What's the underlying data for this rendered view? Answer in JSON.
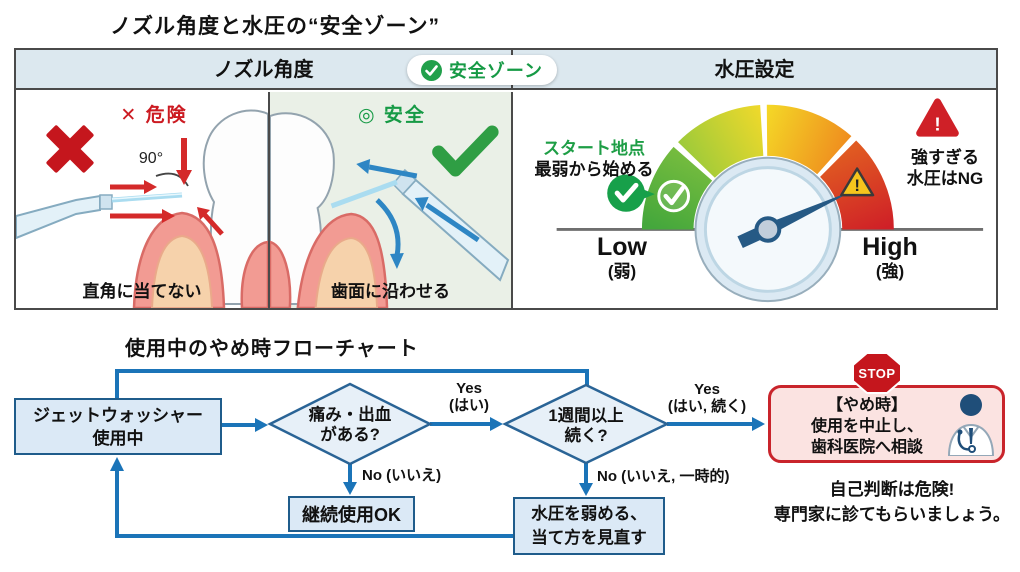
{
  "title": "ノズル角度と水圧の“安全ゾーン”",
  "table": {
    "header_angle": "ノズル角度",
    "badge_label": "安全ゾーン",
    "header_pressure": "水圧設定",
    "danger": {
      "mark": "✕",
      "label": "危険",
      "angle": "90°",
      "caption": "直角に当てない"
    },
    "safe": {
      "mark": "◎",
      "label": "安全",
      "caption": "歯面に沿わせる"
    },
    "gauge": {
      "start_title": "スタート地点",
      "start_sub": "最弱から始める",
      "low": "Low",
      "low_sub": "(弱)",
      "high": "High",
      "high_sub": "(強)",
      "ng_line1": "強すぎる",
      "ng_line2": "水圧はNG",
      "warn_mark": "!",
      "ng_mark": "!"
    }
  },
  "flow": {
    "title": "使用中のやめ時フローチャート",
    "start_line1": "ジェットウォッシャー",
    "start_line2": "使用中",
    "d1_line1": "痛み・出血",
    "d1_line2": "がある?",
    "d2_line1": "1週間以上",
    "d2_line2": "続く?",
    "yes1_line1": "Yes",
    "yes1_line2": "(はい)",
    "no1": "No (いいえ)",
    "yes2_line1": "Yes",
    "yes2_line2": "(はい, 続く)",
    "no2": "No (いいえ, 一時的)",
    "ok": "継続使用OK",
    "adjust_line1": "水圧を弱める、",
    "adjust_line2": "当て方を見直す",
    "stop_sign": "STOP",
    "stop_line1": "【やめ時】",
    "stop_line2": "使用を中止し、",
    "stop_line3": "歯科医院へ相談",
    "note_line1": "自己判断は危険!",
    "note_line2": "専門家に診てもらいましょう。"
  },
  "colors": {
    "flow_blue": "#1b74b8",
    "danger_red": "#c5161d",
    "safe_green": "#169a45",
    "stop_red": "#c9242b"
  }
}
